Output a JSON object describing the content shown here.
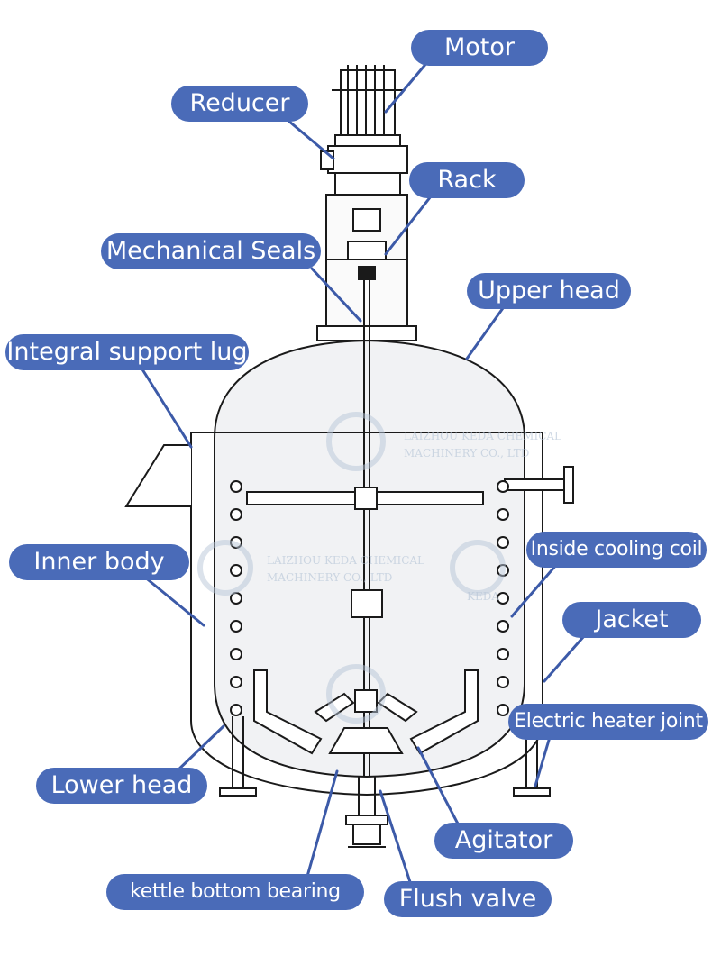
{
  "colors": {
    "callout": "#4a6bb8",
    "line": "#3c5aa8",
    "stroke": "#1a1a1a",
    "vessel": "#f1f2f4"
  },
  "labels": {
    "motor": "Motor",
    "reducer": "Reducer",
    "rack": "Rack",
    "mechanical_seals": "Mechanical Seals",
    "upper_head": "Upper head",
    "integral_support_lug": "Integral support lug",
    "inner_body": "Inner body",
    "inside_cooling_coil": "Inside cooling coil",
    "jacket": "Jacket",
    "electric_heater_joint": "Electric heater joint",
    "lower_head": "Lower head",
    "agitator": "Agitator",
    "kettle_bottom_bearing": "kettle bottom bearing",
    "flush_valve": "Flush valve"
  },
  "watermark": {
    "line1": "LAIZHOU KEDA CHEMICAL",
    "line2": "MACHINERY CO., LTD",
    "short": "KEDA"
  }
}
